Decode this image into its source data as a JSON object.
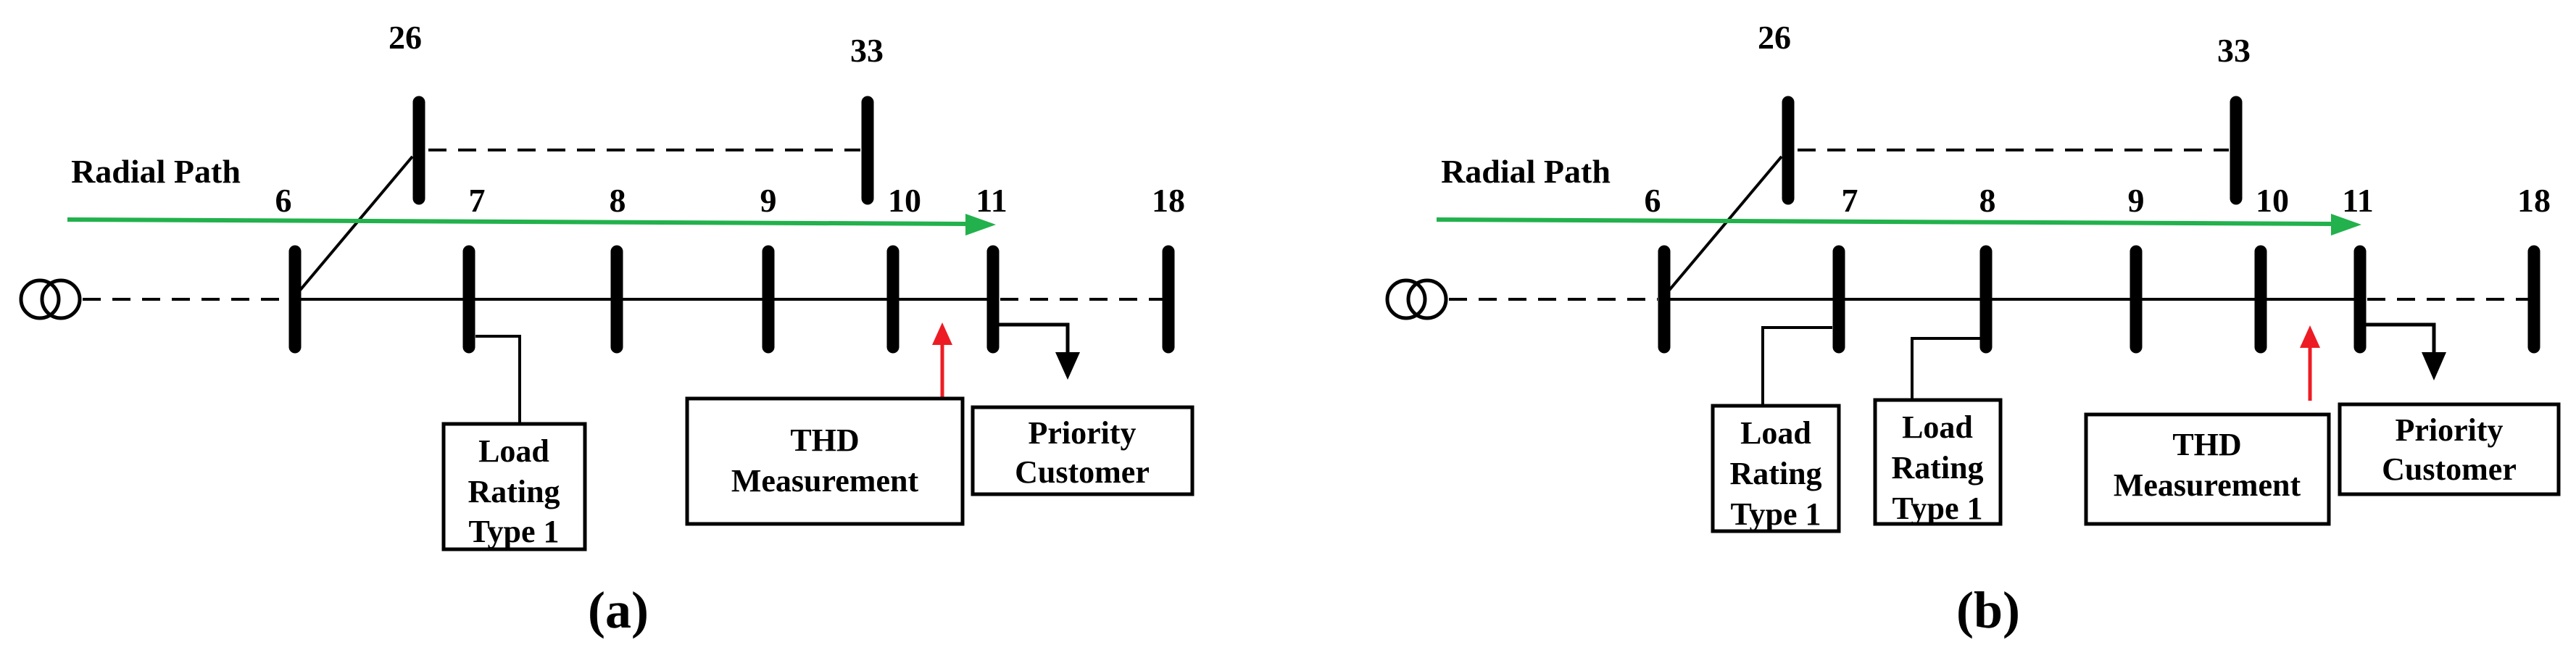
{
  "colors": {
    "green_arrow": "#22B14C",
    "red_arrow": "#ED1C24",
    "line_black": "#000000"
  },
  "panels": [
    {
      "caption": "(a)",
      "radial_path_label": "Radial Path",
      "bus_labels": {
        "b6": "6",
        "b7": "7",
        "b8": "8",
        "b9": "9",
        "b10": "10",
        "b11": "11",
        "b18": "18",
        "b26": "26",
        "b33": "33"
      },
      "load_box_1": {
        "line1": "Load",
        "line2": "Rating",
        "line3": "Type 1",
        "attached_bus": "7"
      },
      "thd_box": {
        "line1": "THD",
        "line2": "Measurement"
      },
      "priority_box": {
        "line1": "Priority",
        "line2": "Customer",
        "attached_bus": "11"
      }
    },
    {
      "caption": "(b)",
      "radial_path_label": "Radial Path",
      "bus_labels": {
        "b6": "6",
        "b7": "7",
        "b8": "8",
        "b9": "9",
        "b10": "10",
        "b11": "11",
        "b18": "18",
        "b26": "26",
        "b33": "33"
      },
      "load_box_1": {
        "line1": "Load",
        "line2": "Rating",
        "line3": "Type 1",
        "attached_bus": "7"
      },
      "load_box_2": {
        "line1": "Load",
        "line2": "Rating",
        "line3": "Type 1",
        "attached_bus": "8"
      },
      "thd_box": {
        "line1": "THD",
        "line2": "Measurement"
      },
      "priority_box": {
        "line1": "Priority",
        "line2": "Customer",
        "attached_bus": "11"
      }
    }
  ]
}
